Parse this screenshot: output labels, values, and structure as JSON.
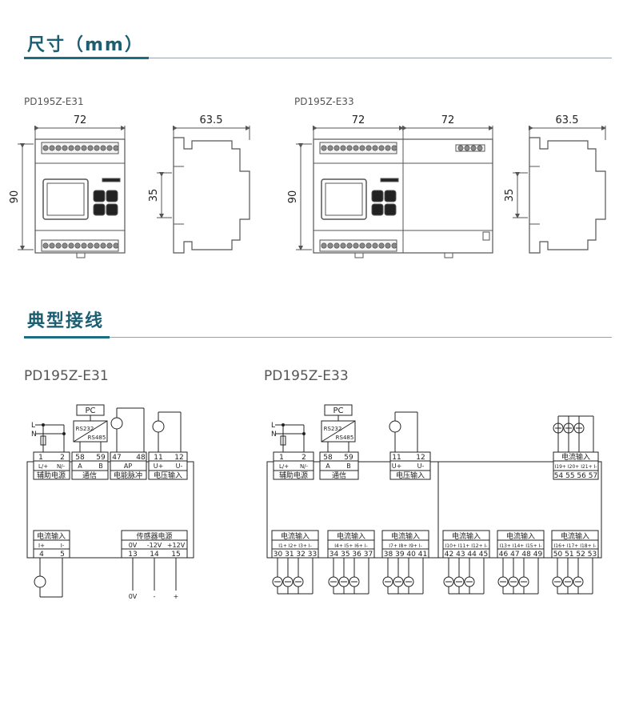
{
  "section1": {
    "title": "尺寸（mm）"
  },
  "section2": {
    "title": "典型接线"
  },
  "dims": {
    "e31_label": "PD195Z-E31",
    "e33_label": "PD195Z-E33",
    "width": "72",
    "depth": "63.5",
    "height": "90",
    "rail": "35"
  },
  "wiring": {
    "e31_label": "PD195Z-E31",
    "e33_label": "PD195Z-E33",
    "pc": "PC",
    "rs232": "RS232",
    "rs485": "RS485",
    "line_L": "L",
    "line_N": "N",
    "aux_power": "辅助电源",
    "comm": "通信",
    "pulse": "电能脉冲",
    "volt_in": "电压输入",
    "curr_in": "电流输入",
    "sensor_power": "传感器电源",
    "lplus": "L/+",
    "nminus": "N/-",
    "A": "A",
    "B": "B",
    "AP": "AP",
    "Uplus": "U+",
    "Uminus": "U-",
    "Iplus": "I+",
    "Iminus": "I-",
    "zeroV": "0V",
    "m12": "-12V",
    "p12": "+12V",
    "bottom_0V": "0V",
    "bottom_minus": "-",
    "bottom_plus": "+",
    "t1": "1",
    "t2": "2",
    "t58": "58",
    "t59": "59",
    "t47": "47",
    "t48": "48",
    "t11": "11",
    "t12": "12",
    "t4": "4",
    "t5": "5",
    "t13": "13",
    "t14": "14",
    "t15": "15",
    "g1_sub": "I1+ I2+ I3+ I-",
    "g1_nums": "30 31 32 33",
    "g2_sub": "I4+ I5+ I6+ I-",
    "g2_nums": "34 35 36 37",
    "g3_sub": "I7+ I8+ I9+ I-",
    "g3_nums": "38 39 40 41",
    "g4_sub": "I10+ I11+ I12+ I-",
    "g4_nums": "42 43 44 45",
    "g5_sub": "I13+ I14+ I15+ I-",
    "g5_nums": "46 47 48 49",
    "g6_sub": "I16+ I17+ I18+ I-",
    "g6_nums": "50 51 52 53",
    "g7_sub": "I19+ I20+ I21+ I-",
    "g7_nums": "54 55 56 57"
  }
}
